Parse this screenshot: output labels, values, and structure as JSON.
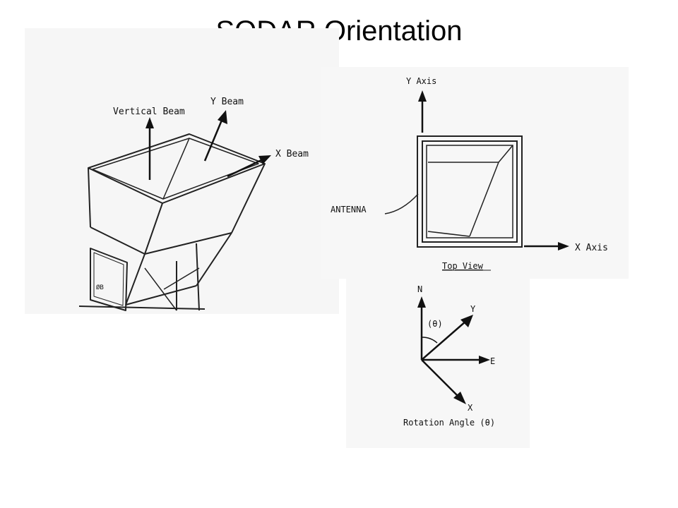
{
  "title": "SODAR Orientation",
  "hopper": {
    "vertical_beam": "Vertical Beam",
    "y_beam": "Y Beam",
    "x_beam": "X Beam"
  },
  "top_view": {
    "y_axis": "Y Axis",
    "x_axis": "X Axis",
    "antenna": "ANTENNA",
    "caption": "Top View"
  },
  "rotation": {
    "n": "N",
    "y": "Y",
    "e": "E",
    "x": "X",
    "theta": "(θ)",
    "caption": "Rotation Angle (θ)"
  }
}
